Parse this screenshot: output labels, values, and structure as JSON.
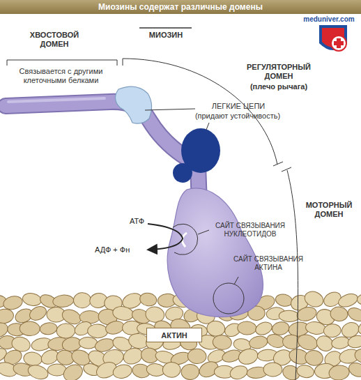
{
  "diagram": {
    "title": "Миозины содержат различные домены",
    "nodes": [
      {
        "text": [
          "АКТИН"
        ]
      }
    ],
    "labels": [
      "meduniver.com",
      "ХВОСТОВОЙ ДОМЕН",
      "МИОЗИН",
      "Связывается с другими клеточными белками",
      "РЕГУЛЯТОРНЫЙ ДОМЕН",
      "(плечо рычага)",
      "ЛЕГКИЕ ЦЕПИ",
      "(придают устойчивость)",
      "МОТОРНЫЙ ДОМЕН",
      "АТФ",
      "АДФ + Фн",
      "САЙТ СВЯЗЫВАНИЯ НУКЛЕОТИДОВ",
      "САЙТ СВЯЗЫВАНИЯ АКТИНА"
    ]
  }
}
